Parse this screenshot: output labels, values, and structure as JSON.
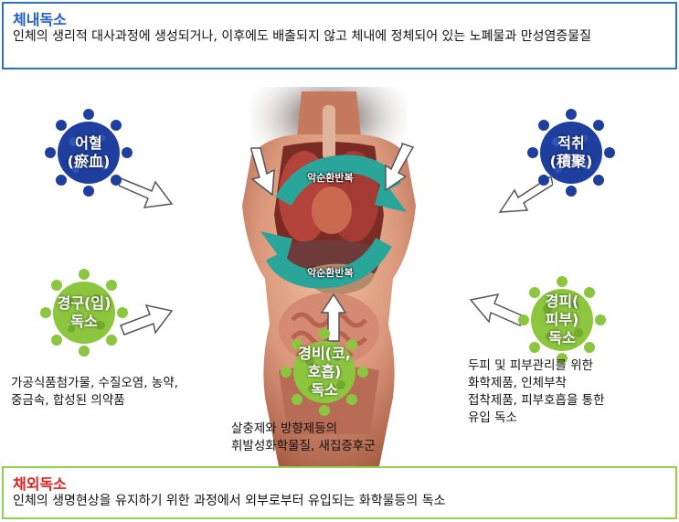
{
  "internal_toxin": {
    "title": "체내독소",
    "description": "인체의 생리적 대사과정에 생성되거나, 이후에도 배출되지 않고 체내에 정체되어 있는 노폐물과 만성염증물질"
  },
  "external_toxin": {
    "title": "채외독소",
    "description": "인체의 생명현상을 유지하기 위한 과정에서 외부로부터 유입되는 화학물등의 독소"
  },
  "cycle": {
    "top_label": "악순환반복",
    "bottom_label": "악순환반복",
    "arrow_color": "#2aa59a"
  },
  "viruses": {
    "stasis": {
      "line1": "어혈",
      "line2": "(瘀血)",
      "color": "#1f3f9f"
    },
    "accumulation": {
      "line1": "적취",
      "line2": "(積聚)",
      "color": "#1f3f9f"
    },
    "oral": {
      "line1": "경구(입)",
      "line2": "독소",
      "color": "#8cc63f"
    },
    "skin": {
      "line1": "경피(",
      "line2": "피부)",
      "line3": "독소",
      "color": "#8cc63f"
    },
    "nasal": {
      "line1": "경비(코,",
      "line2": "호흡)",
      "line3": "독소",
      "color": "#8cc63f"
    }
  },
  "descriptions": {
    "oral": [
      "가공식품첨가물, 수질오염, 농약,",
      "중금속, 합성된 의약품"
    ],
    "skin": [
      "두피 및 피부관리를 위한",
      "화학제품, 인체부착",
      "접착제품, 피부호흡을 통한",
      "유입 독소"
    ],
    "nasal": [
      "살충제와 방향제등의",
      "휘발성화학물질, 새집증후군"
    ]
  }
}
